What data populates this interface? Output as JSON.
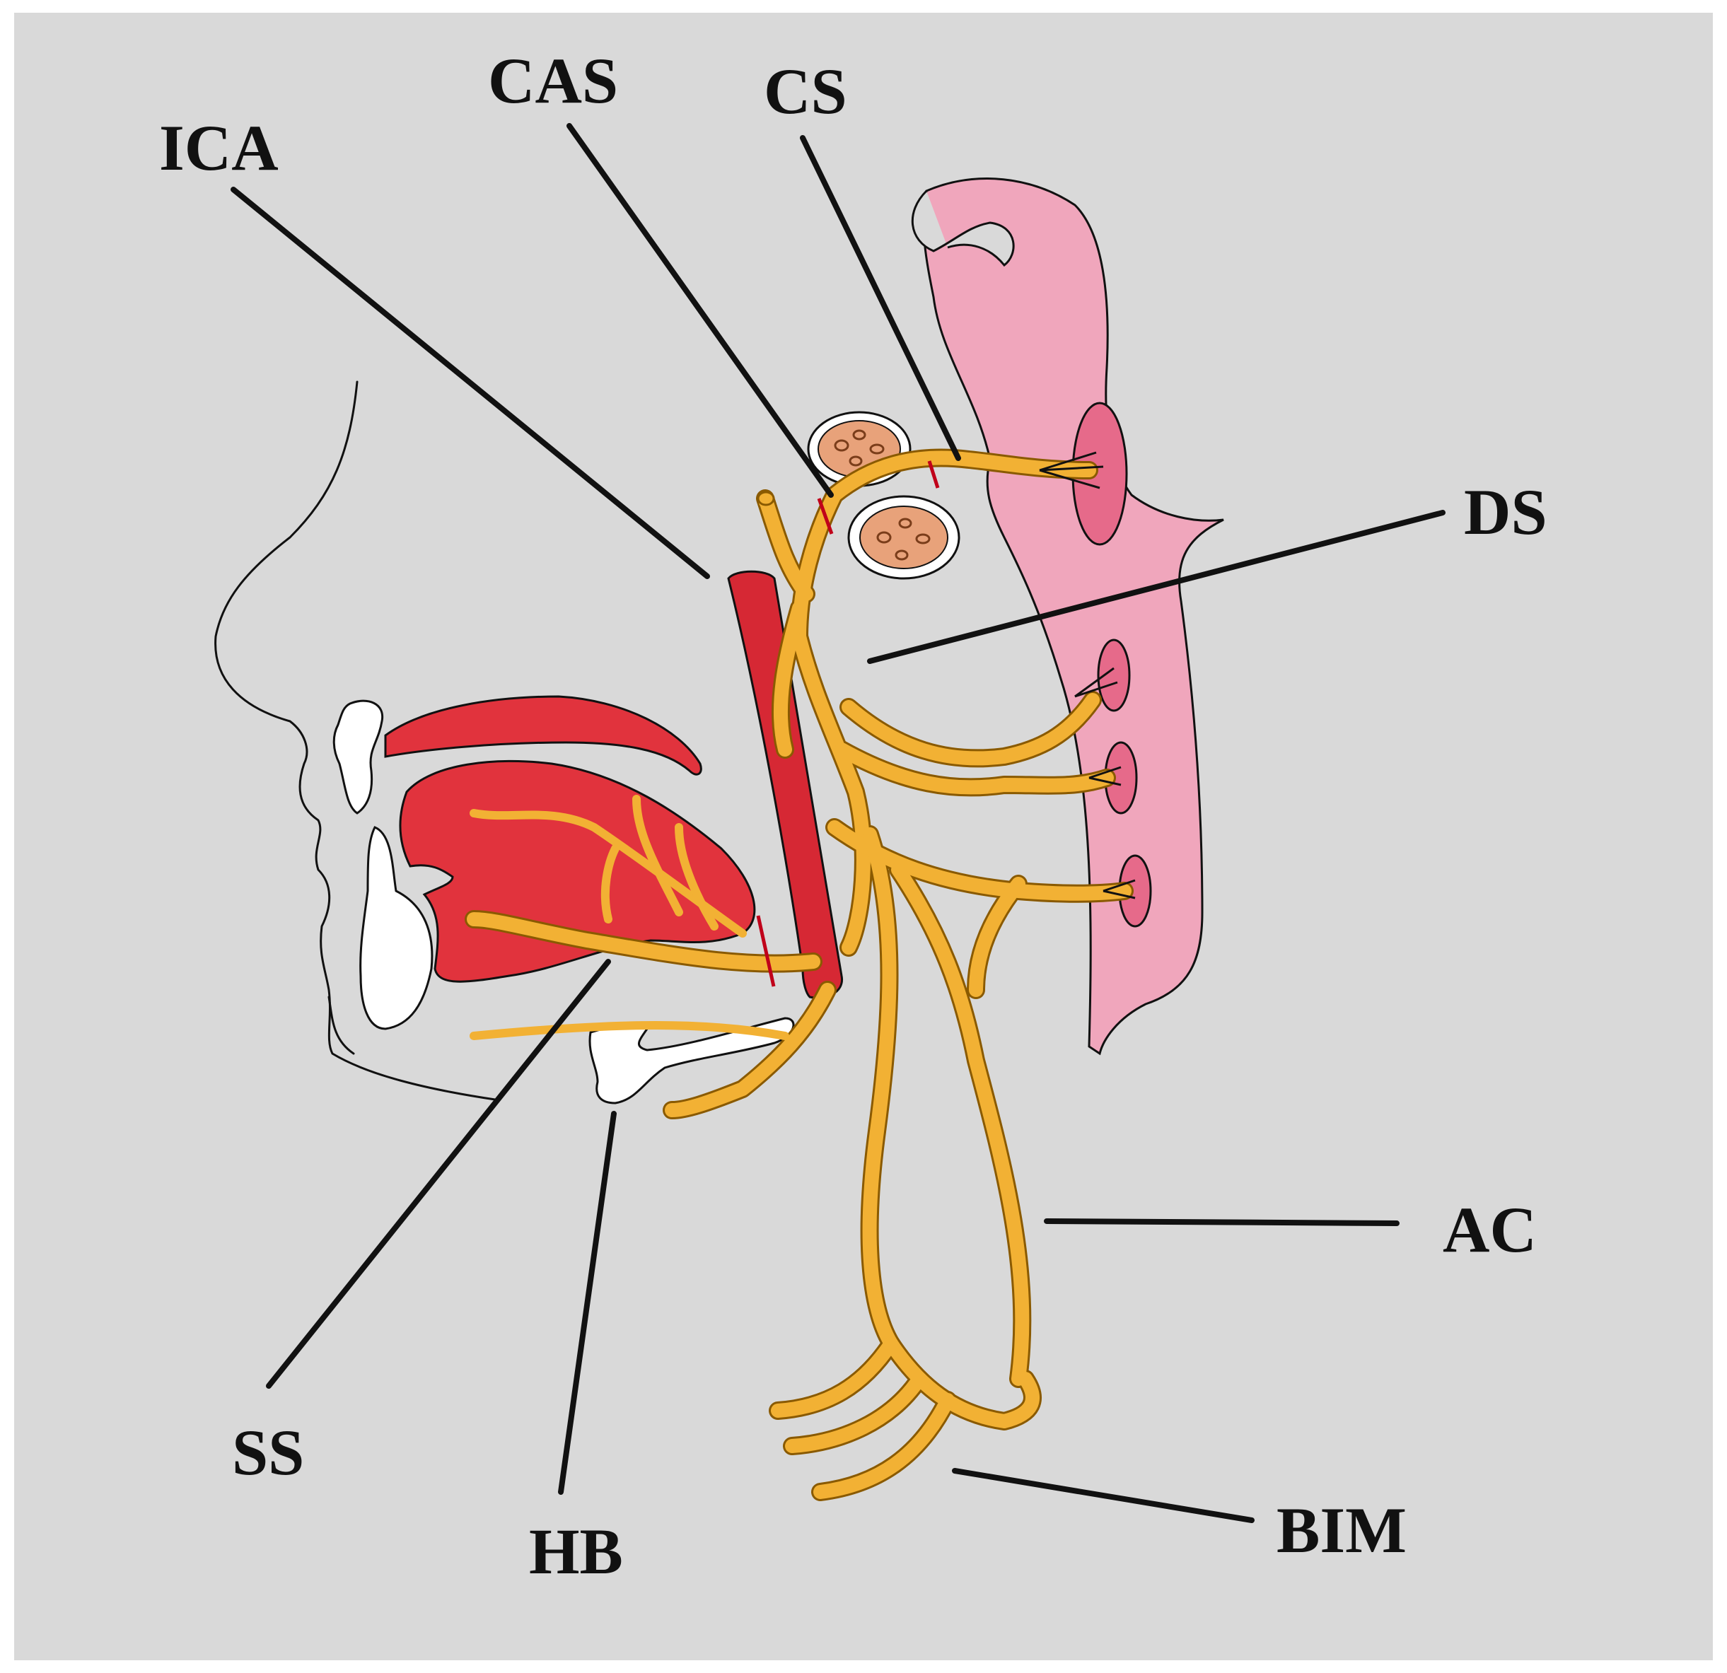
{
  "colors": {
    "background": "#d9d9d9",
    "nerve": "#f2b134",
    "artery": "#d62834",
    "muscle": "#e1333d",
    "spinal_cord": "#f0a6bc",
    "ganglion": "#e66a8a",
    "vertebra": "#e8a27a",
    "bone": "#ffffff",
    "cut_mark": "#c0001a"
  },
  "labels": {
    "ica": "ICA",
    "cas": "CAS",
    "cs": "CS",
    "ds": "DS",
    "ac": "AC",
    "ss": "SS",
    "hb": "HB",
    "bim": "BIM"
  }
}
